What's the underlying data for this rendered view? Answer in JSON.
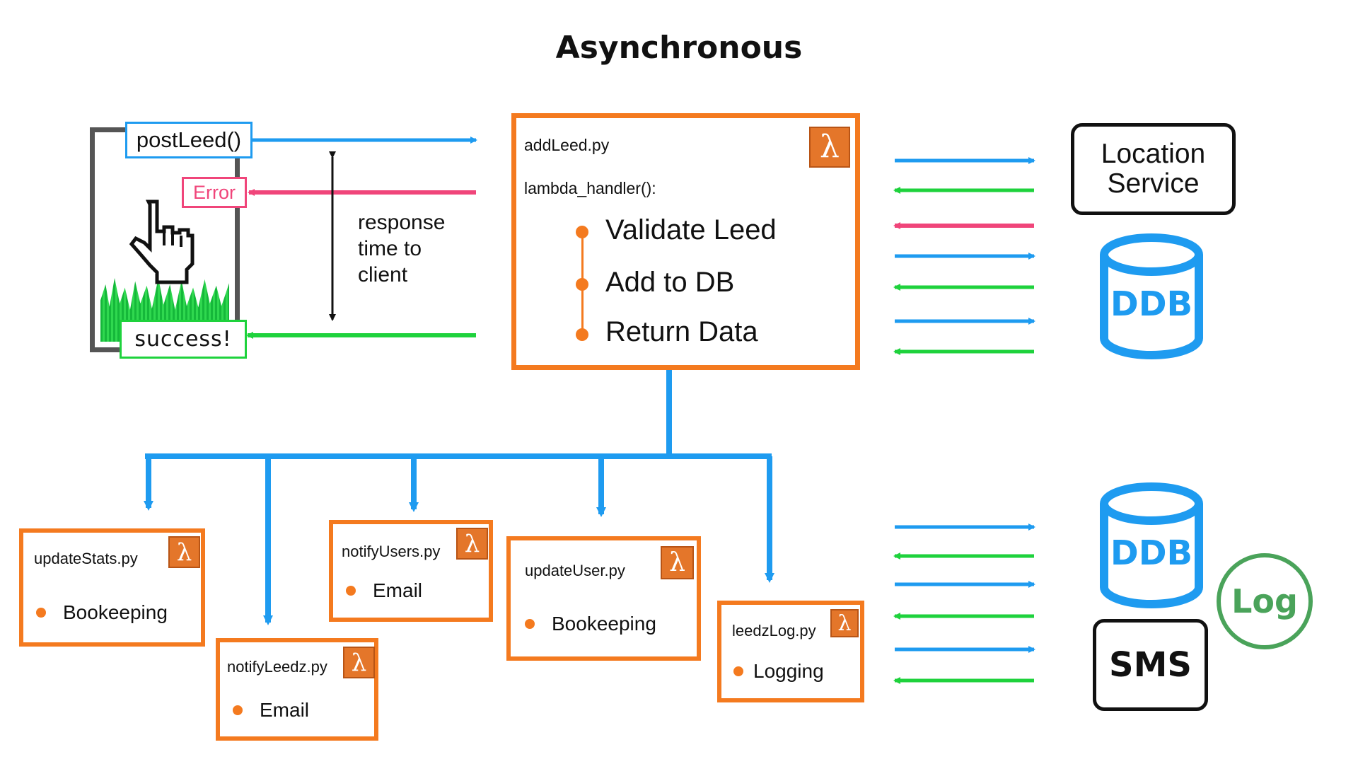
{
  "title": "Asynchronous",
  "client": {
    "call_label": "postLeed()",
    "error_label": "Error",
    "success_label": "success!",
    "response_note": "response\ntime to\nclient"
  },
  "main_lambda": {
    "file": "addLeed.py",
    "handler": "lambda_handler():",
    "steps": [
      "Validate Leed",
      "Add to DB",
      "Return Data"
    ],
    "icon": "lambda-icon"
  },
  "services": {
    "location": "Location\nService",
    "ddb_top": "DDB",
    "ddb_bottom": "DDB",
    "log": "Log",
    "sms": "SMS"
  },
  "workers": [
    {
      "file": "updateStats.py",
      "task": "Bookeeping"
    },
    {
      "file": "notifyLeedz.py",
      "task": "Email"
    },
    {
      "file": "notifyUsers.py",
      "task": "Email"
    },
    {
      "file": "updateUser.py",
      "task": "Bookeeping"
    },
    {
      "file": "leedzLog.py",
      "task": "Logging"
    }
  ],
  "colors": {
    "request": "#1e9bf0",
    "response": "#1ed23c",
    "error": "#f0457a",
    "lambda_border": "#f47a1f",
    "lambda_icon": "#e4762a",
    "ddb": "#1e9bf0",
    "log": "#4aa35a"
  }
}
